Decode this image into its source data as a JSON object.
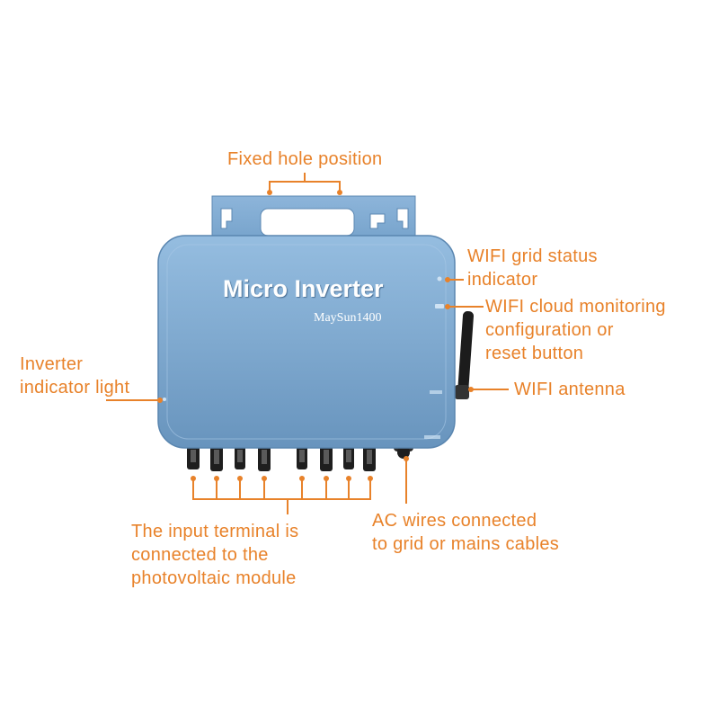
{
  "device": {
    "title": "Micro Inverter",
    "model": "MaySun1400",
    "body_color": "#7fa9cf",
    "accent_color": "#e8822a"
  },
  "callouts": {
    "fixed_hole": "Fixed hole position",
    "wifi_grid_status_1": "WIFI grid status",
    "wifi_grid_status_2": "indicator",
    "wifi_cloud_1": "WIFI cloud monitoring",
    "wifi_cloud_2": "configuration or",
    "wifi_cloud_3": "reset button",
    "wifi_antenna": "WIFI antenna",
    "inverter_light_1": "Inverter",
    "inverter_light_2": "indicator light",
    "input_terminal_1": "The input terminal is",
    "input_terminal_2": "connected to the",
    "input_terminal_3": "photovoltaic module",
    "ac_wires_1": "AC wires connected",
    "ac_wires_2": "to grid or mains cables"
  }
}
